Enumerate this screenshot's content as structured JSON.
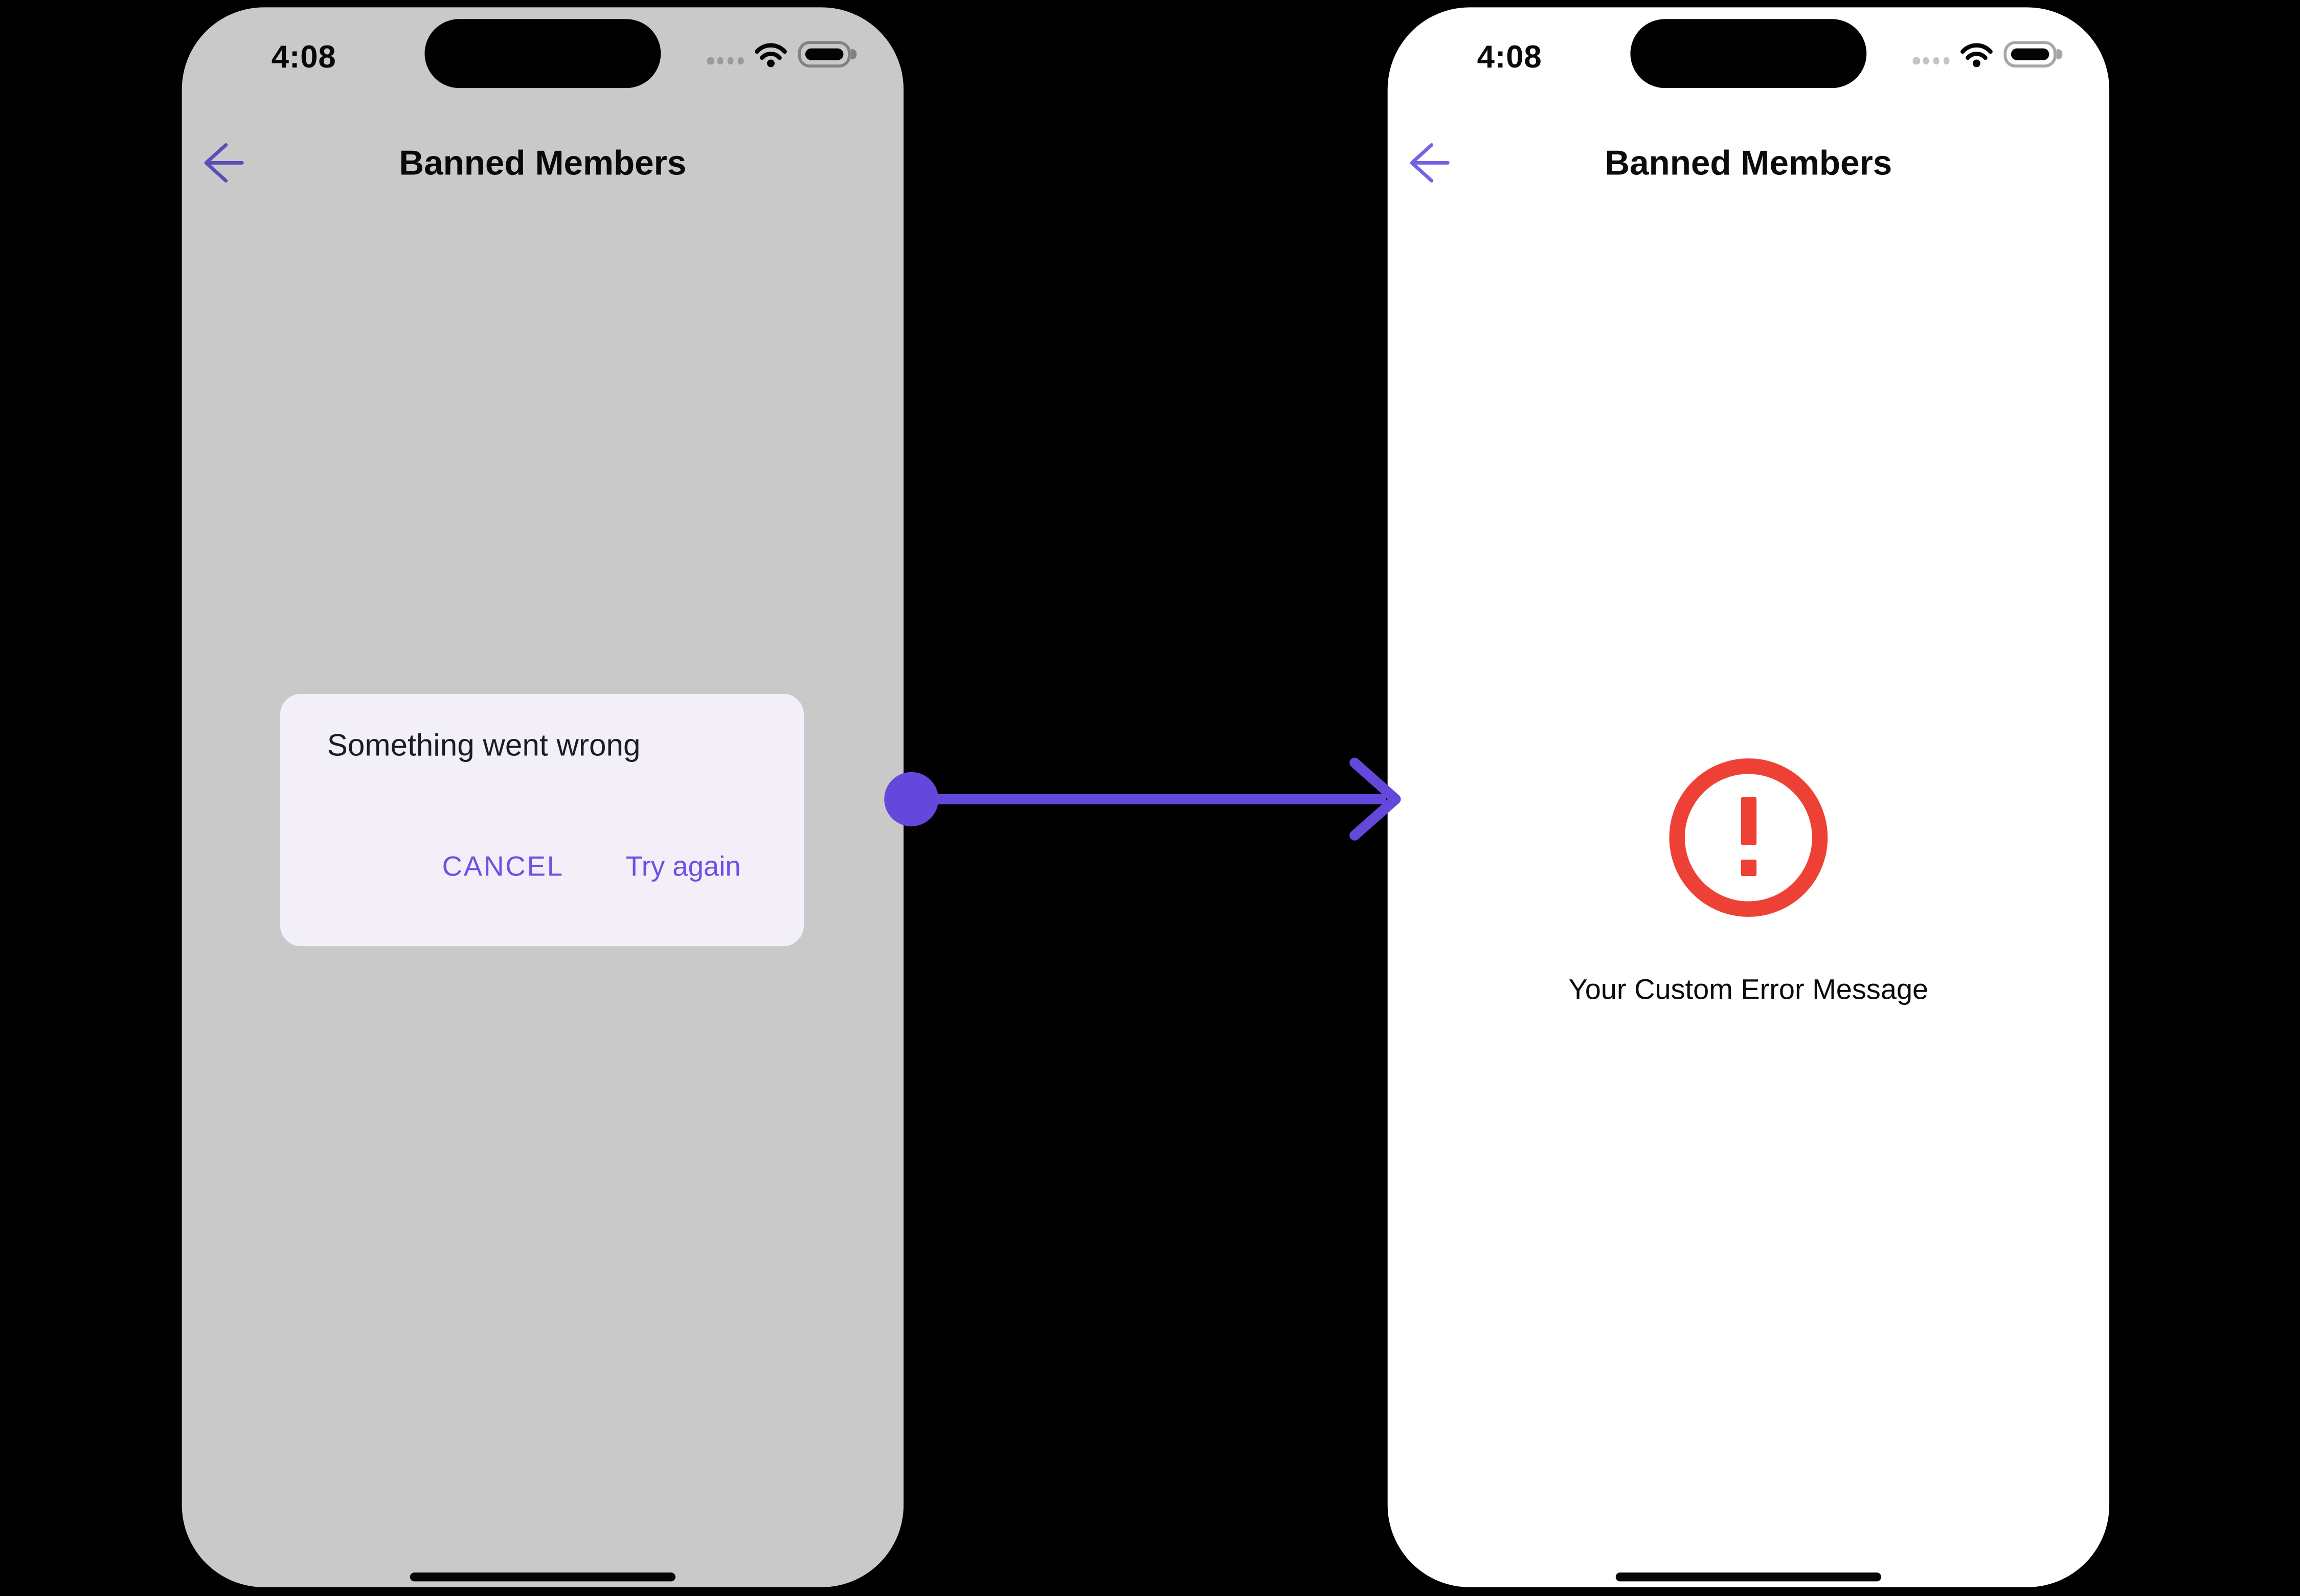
{
  "colors": {
    "canvas": "#000000",
    "connector_purple": "#6448db",
    "back_arrow_purple": "#7262e8",
    "button_purple": "#6b52e1",
    "error_red": "#ee4136",
    "dialog_bg": "#f3eff8",
    "left_screen_dim": "rgba(0,0,0,0.213)"
  },
  "left_phone": {
    "status_bar": {
      "time": "4:08"
    },
    "nav_bar": {
      "title": "Banned Members"
    },
    "dialog": {
      "title": "Something went wrong",
      "cancel_label": "CANCEL",
      "try_again_label": "Try again"
    }
  },
  "right_phone": {
    "status_bar": {
      "time": "4:08"
    },
    "nav_bar": {
      "title": "Banned Members"
    },
    "error_state": {
      "message": "Your Custom Error Message"
    }
  }
}
